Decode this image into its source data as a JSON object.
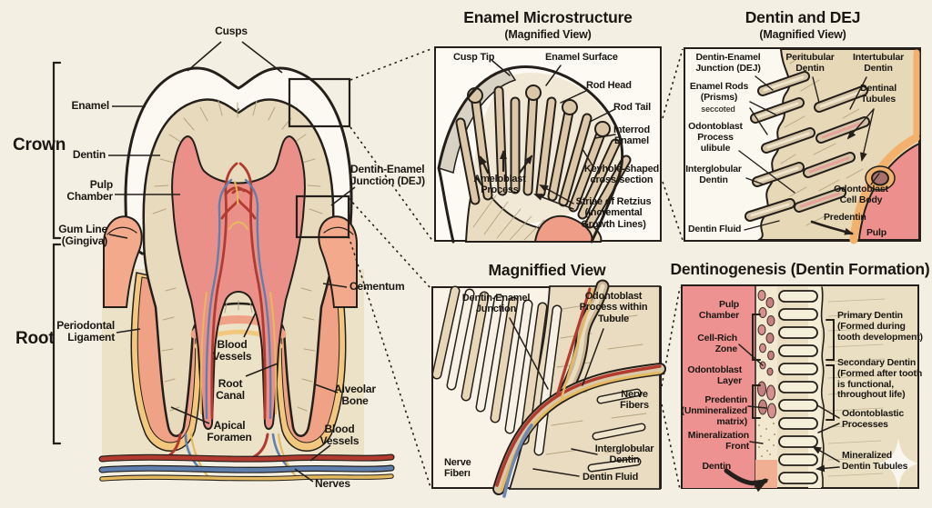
{
  "figure": {
    "subject": "Tooth anatomy diagram with magnified histology panels"
  },
  "colors": {
    "background": "#f3f0e3",
    "outline": "#241f1a",
    "enamel": "#fbf9f1",
    "dentin": "#e8dabc",
    "pulp": "#ea9089",
    "gum": "#f3a98b",
    "periodontal_ligament": "#f2c87e",
    "cementum": "#f0a287",
    "vessel_red": "#b23a2e",
    "vessel_blue": "#5f7fae",
    "nerve_yellow": "#e4b95f",
    "predentin_orange": "#f2b26e",
    "panel_pink": "#ee9191"
  },
  "tooth": {
    "labels": {
      "cusps": "Cusps",
      "crown": "Crown",
      "root": "Root",
      "enamel": "Enamel",
      "dentin": "Dentin",
      "pulp_chamber": "Pulp\nChamber",
      "gum_line": "Gum Line\n(Gingiva)",
      "periodontal_ligament": "Periodontal\nLigament",
      "blood_vessels_root": "Blood\nVessels",
      "root_canal": "Root\nCanal",
      "apical_foramen": "Apical\nForamen",
      "cementum": "Cementum",
      "alveolar_bone": "Alveolar\nBone",
      "blood_vessels_bottom": "Blood\nVessels",
      "nerves": "Nerves",
      "dej": "Dentin-Enamel\nJunction (DEJ)"
    }
  },
  "panels": {
    "enamel_micro": {
      "title": "Enamel Microstructure",
      "subtitle": "(Magnified View)",
      "labels": {
        "cusp_tip": "Cusp Tip",
        "enamel_surface": "Enamel Surface",
        "rod_head": "Rod Head",
        "rod_tail": "Rod Tail",
        "interrod_enamel": "Interrod\nEnamel",
        "keyhole": "Keyhole-shaped\ncross-section",
        "ameloblast_process": "Ameloblast\nProcess",
        "striae": "Striae of Retzius\n(Incremental\nGrowth Lines)"
      }
    },
    "dentin_dej": {
      "title": "Dentin and DEJ",
      "subtitle": "(Magnified View)",
      "labels": {
        "dej": "Dentin-Enamel\nJunction (DEJ)",
        "peritubular": "Peritubular\nDentin",
        "intertubular": "Intertubular\nDentin",
        "enamel_rods": "Enamel Rods\n(Prisms)",
        "enamel_rods_note": "seccoted",
        "dentinal_tubules": "Dentinal\nTubules",
        "odontoblast_process": "Odontoblast\nProcess\nulibule",
        "interglobular": "Interglobular\nDentin",
        "odontoblast_cell_body": "Odontoblast\nCell Body",
        "predentin": "Predentin",
        "pulp": "Pulp",
        "dentin_fluid": "Dentin Fluid"
      }
    },
    "magnified": {
      "title": "Magniffied View",
      "labels": {
        "dej": "Dentin-Enamel\nJunction",
        "odontoblast_process": "Odontoblast\nProcess within\nTubule",
        "nerve_fibers": "Nerve\nFibers",
        "interglobular": "Interglobular\nDentin",
        "dentin_fluid": "Dentin Fluid",
        "nerve_fiber": "Nerve\nFiberı"
      }
    },
    "dentinogenesis": {
      "title": "Dentinogenesis (Dentin Formation)",
      "labels": {
        "pulp_chamber": "Pulp\nChamber",
        "cell_rich_zone": "Cell-Rich\nZone",
        "odontoblast_layer": "Odontoblast\nLayer",
        "predentin": "Predentin\n(Unmineralized\nmatrix)",
        "mineralization_front": "Mineralization\nFront",
        "dentin": "Dentin",
        "primary_dentin": "Primary Dentin\n(Formed during\ntooth development)",
        "secondary_dentin": "Secondary Dentin\n(Formed after tooth\nis functional,\nthroughout life)",
        "odontoblastic_processes": "Odontoblastic\nProcesses",
        "mineralized_tubules": "Mineralized\nDentin Tubules"
      }
    }
  }
}
